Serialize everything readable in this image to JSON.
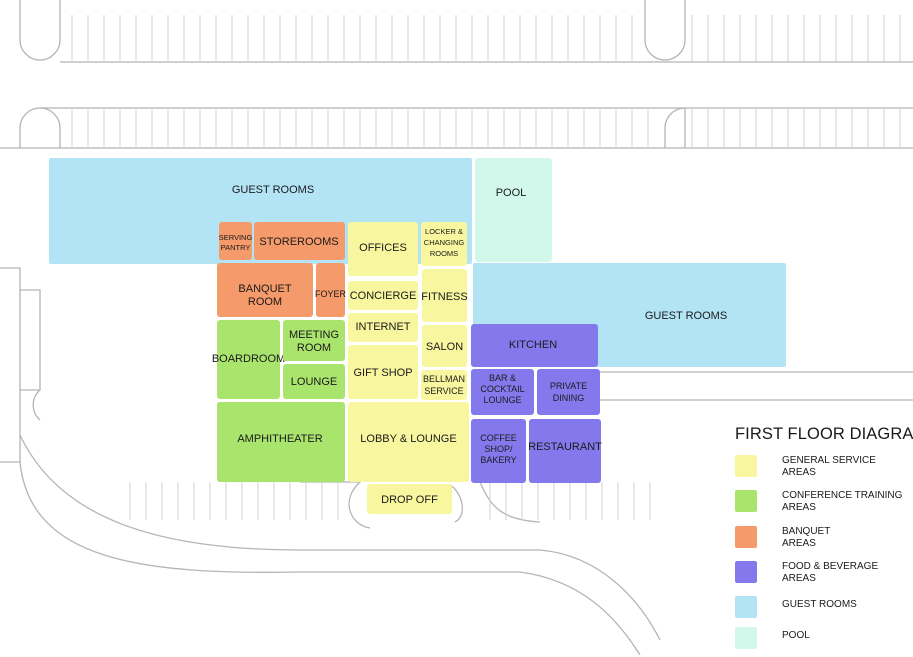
{
  "diagram": {
    "title": "FIRST FLOOR DIAGRAM",
    "colors": {
      "general_service": "#f8f79f",
      "conference_training": "#a9e46d",
      "banquet": "#f59a6a",
      "food_beverage": "#8479ec",
      "guest_rooms": "#b3e4f5",
      "pool": "#d2f8ec"
    },
    "rooms": {
      "guest_rooms_north": "GUEST ROOMS",
      "pool": "POOL",
      "serving_pantry": [
        "SERVING",
        "PANTRY"
      ],
      "storerooms": "STOREROOMS",
      "offices": "OFFICES",
      "locker_rooms": [
        "LOCKER &",
        "CHANGING",
        "ROOMS"
      ],
      "banquet_room": [
        "BANQUET",
        "ROOM"
      ],
      "foyer": "FOYER",
      "concierge": "CONCIERGE",
      "fitness": "FITNESS",
      "guest_rooms_east": "GUEST ROOMS",
      "internet": "INTERNET",
      "boardroom": "BOARDROOM",
      "meeting_room": [
        "MEETING",
        "ROOM"
      ],
      "salon": "SALON",
      "kitchen": "KITCHEN",
      "gift_shop": "GIFT SHOP",
      "lounge": "LOUNGE",
      "bellman_service": [
        "BELLMAN",
        "SERVICE"
      ],
      "bar_lounge": [
        "BAR &",
        "COCKTAIL",
        "LOUNGE"
      ],
      "private_dining": [
        "PRIVATE",
        "DINING"
      ],
      "amphitheater": "AMPHITHEATER",
      "lobby_lounge": "LOBBY & LOUNGE",
      "coffee_shop": [
        "COFFEE",
        "SHOP/",
        "BAKERY"
      ],
      "restaurant": "RESTAURANT",
      "drop_off": "DROP OFF"
    }
  },
  "legend": {
    "items": [
      {
        "label": [
          "GENERAL SERVICE",
          "AREAS"
        ],
        "color": "#f8f79f"
      },
      {
        "label": [
          "CONFERENCE TRAINING",
          "AREAS"
        ],
        "color": "#a9e46d"
      },
      {
        "label": [
          "BANQUET",
          "AREAS"
        ],
        "color": "#f59a6a"
      },
      {
        "label": [
          "FOOD & BEVERAGE",
          "AREAS"
        ],
        "color": "#8479ec"
      },
      {
        "label": [
          "GUEST ROOMS"
        ],
        "color": "#b3e4f5"
      },
      {
        "label": [
          "POOL"
        ],
        "color": "#d2f8ec"
      }
    ]
  }
}
